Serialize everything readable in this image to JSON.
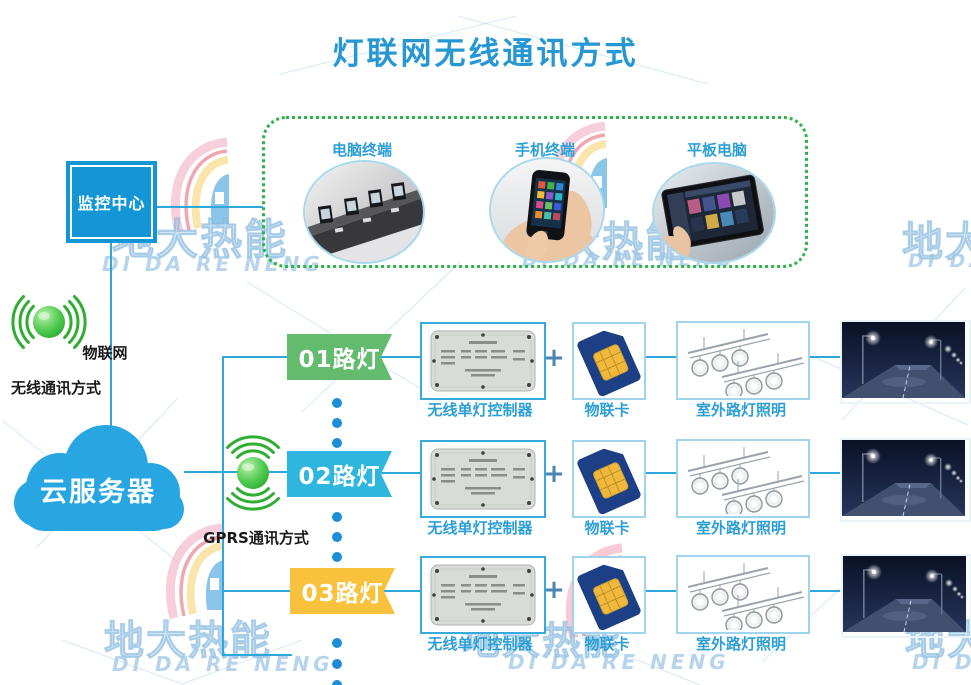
{
  "title": "灯联网无线通讯方式",
  "terminals": {
    "computer": "电脑终端",
    "phone": "手机终端",
    "tablet": "平板电脑"
  },
  "monitoring_center": "监控中心",
  "iot_wireless": {
    "line1": "物联网",
    "line2": "无线通讯方式"
  },
  "cloud_server": "云服务器",
  "gprs": "GPRS通讯方式",
  "rows": [
    {
      "light": "01路灯",
      "color": "#63bb6e"
    },
    {
      "light": "02路灯",
      "color": "#2fb6df"
    },
    {
      "light": "03路灯",
      "color": "#f8c23c"
    }
  ],
  "row_labels": {
    "controller": "无线单灯控制器",
    "plus": "+",
    "sim": "物联卡",
    "fixture": "室外路灯照明"
  },
  "watermark": {
    "cn": "地大热能",
    "en": "DI DA RE NENG"
  },
  "colors": {
    "title_blue": "#2697d3",
    "line_blue": "#2ea7dc",
    "label_blue": "#2e9fd6",
    "dashed_green": "#2eb24a",
    "monitor_blue": "#1496d6",
    "cloud_blue": "#27a6e2",
    "dot_blue": "#1e8ed6"
  }
}
